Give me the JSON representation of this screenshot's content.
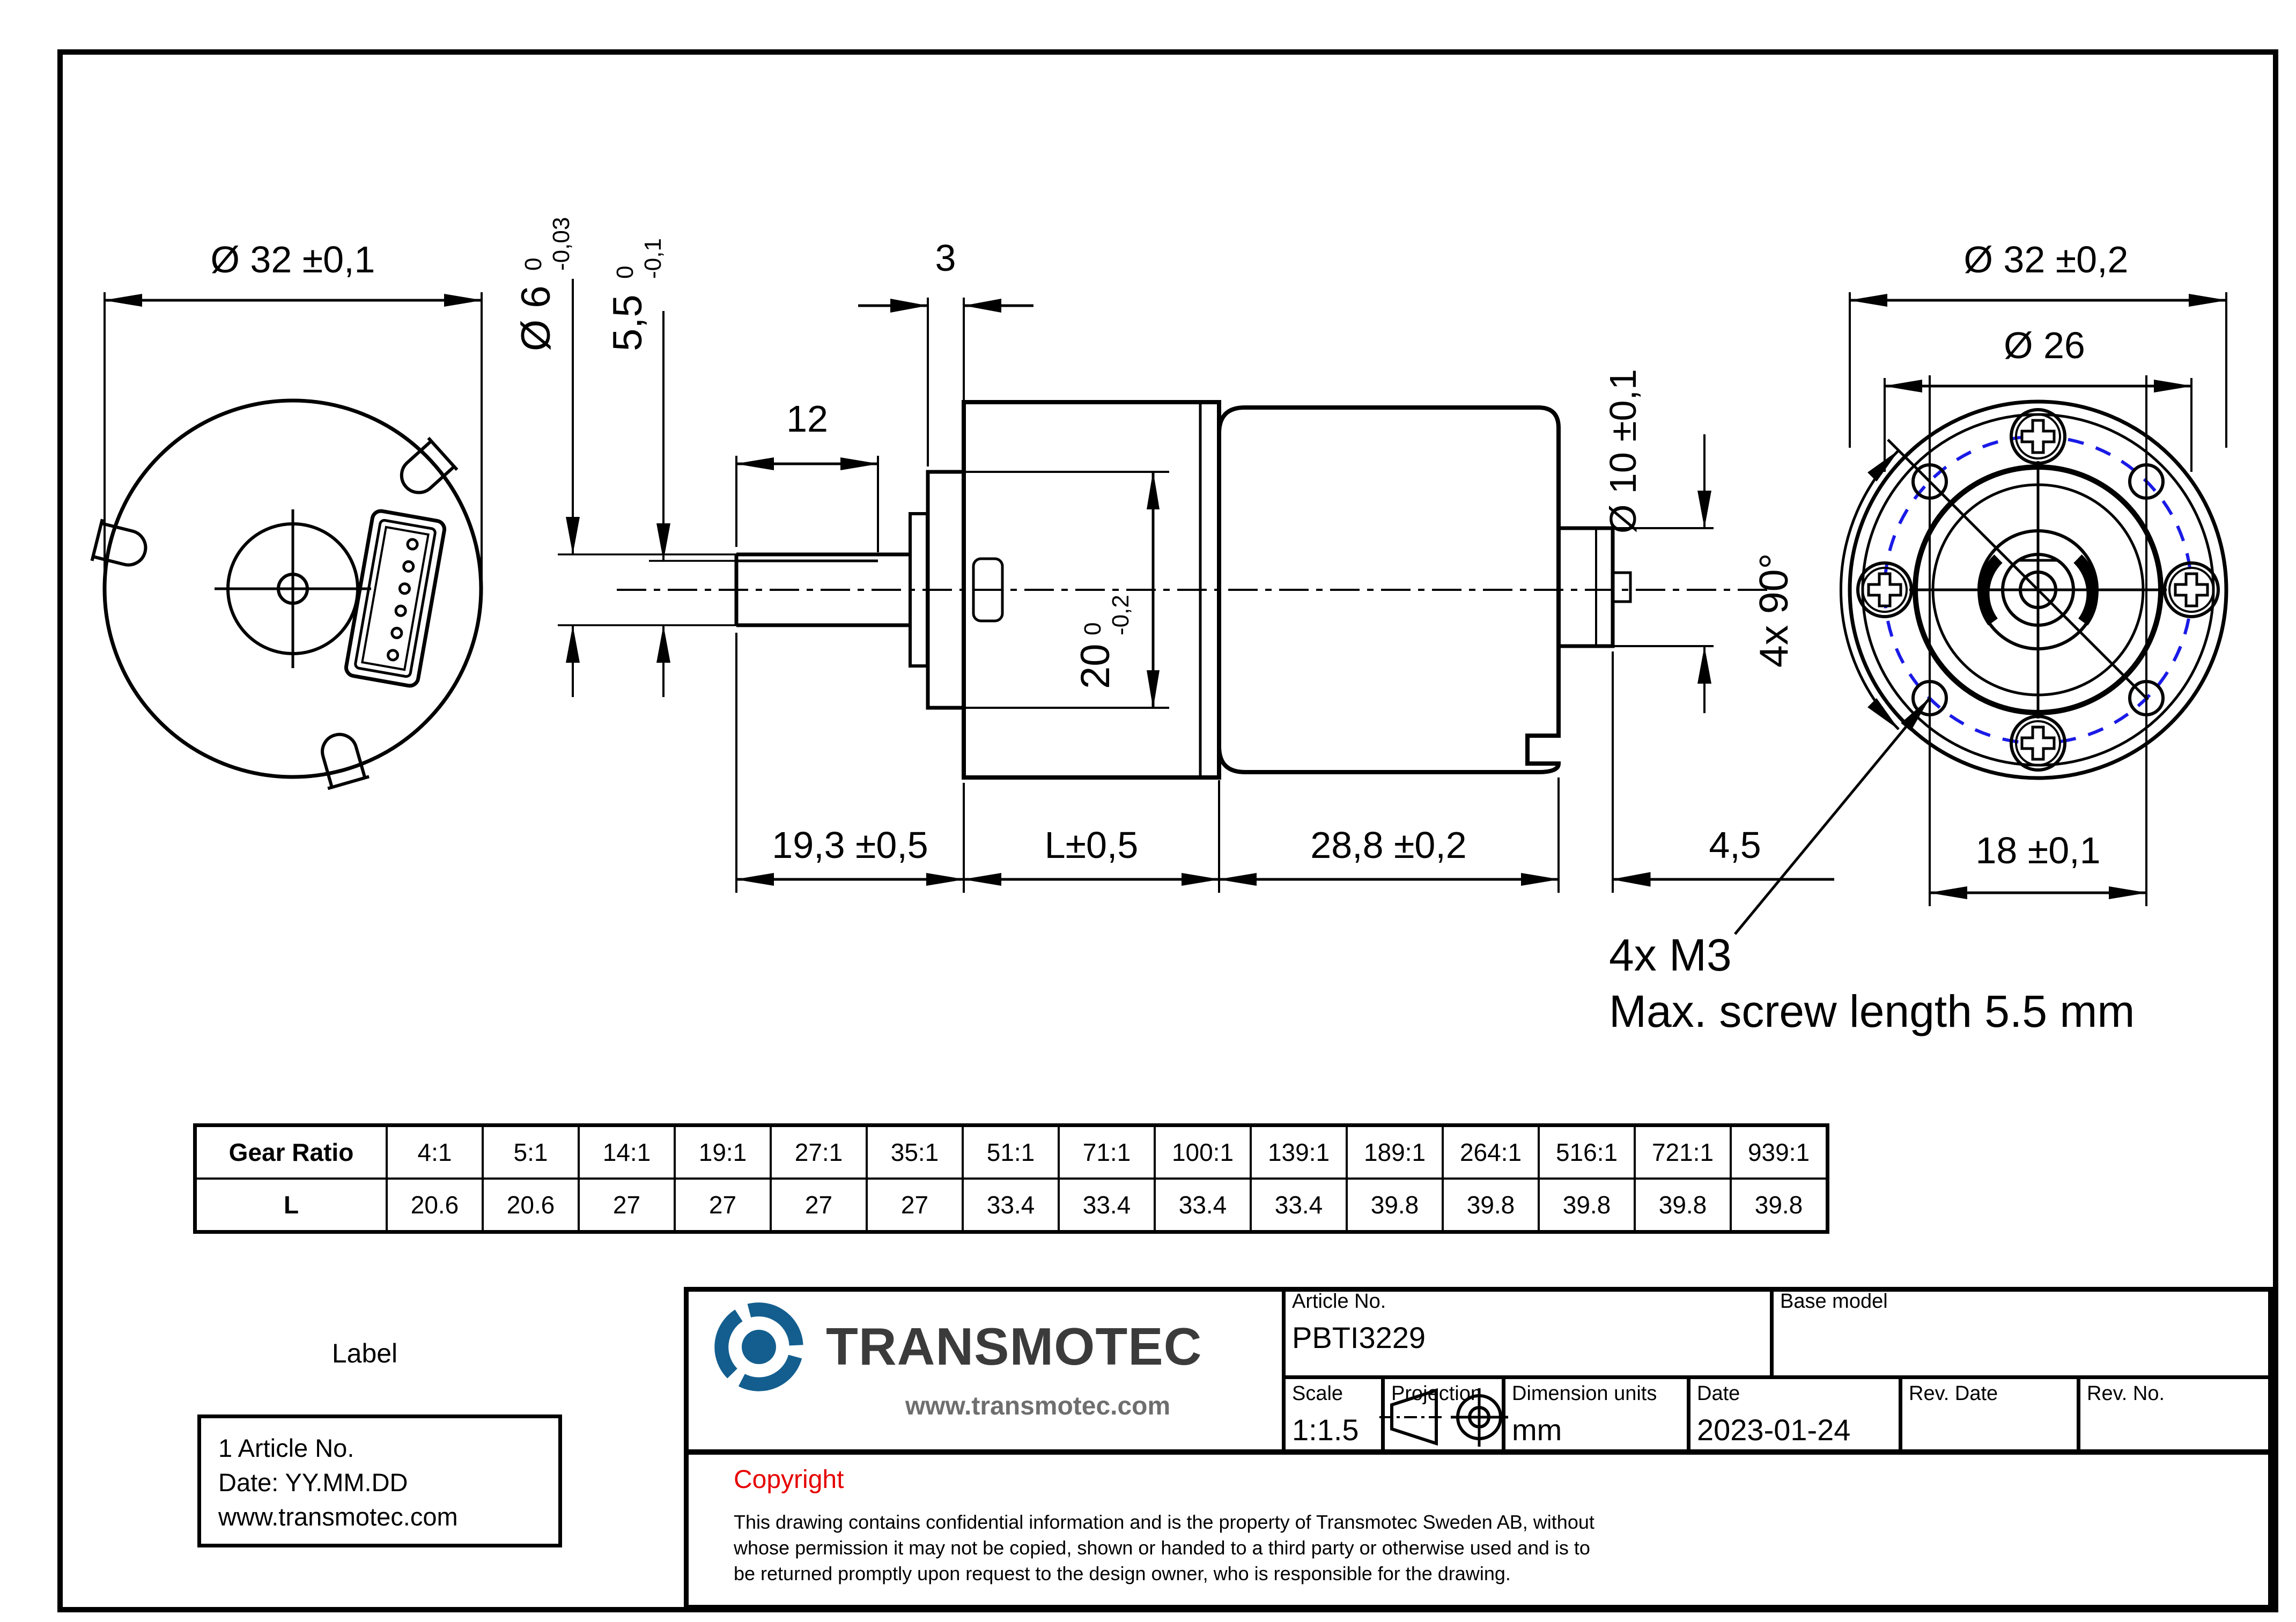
{
  "colors": {
    "line": "#000000",
    "bolt_circle_blue": "#1a1ae6",
    "logo_blue": "#135e8f",
    "brand_dark": "#3b3b3b",
    "brand_gray": "#6e6e6e",
    "copyright_red": "#e60000"
  },
  "dims": {
    "rear_dia": "Ø 32 ±0,1",
    "shaft_dia": {
      "main": "Ø 6",
      "tol_top": "0",
      "tol_bot": "-0,03"
    },
    "shaft_flat": {
      "main": "5,5",
      "tol_top": "0",
      "tol_bot": "-0,1"
    },
    "flat_len": "12",
    "pilot_len": "3",
    "pilot_dia": {
      "main": "20",
      "tol_top": "0",
      "tol_bot": "-0,2"
    },
    "shaft_ext": "19,3 ±0,5",
    "gearbox_len": "L±0,5",
    "motor_len": "28,8 ±0,2",
    "rear_boss_len": "4,5",
    "rear_boss_dia": "Ø 10 ±0,1",
    "front_dia": "Ø 32 ±0,2",
    "bolt_circle_dia": "Ø 26",
    "hole_angle": "4x 90°",
    "hole_span": "18 ±0,1",
    "screw_note_1": "4x M3",
    "screw_note_2": "Max. screw length 5.5 mm"
  },
  "gear_table": {
    "header": "Gear Ratio",
    "row_label": "L",
    "ratios": [
      "4:1",
      "5:1",
      "14:1",
      "19:1",
      "27:1",
      "35:1",
      "51:1",
      "71:1",
      "100:1",
      "139:1",
      "189:1",
      "264:1",
      "516:1",
      "721:1",
      "939:1"
    ],
    "lengths": [
      "20.6",
      "20.6",
      "27",
      "27",
      "27",
      "27",
      "33.4",
      "33.4",
      "33.4",
      "33.4",
      "39.8",
      "39.8",
      "39.8",
      "39.8",
      "39.8"
    ]
  },
  "label_box": {
    "title": "Label",
    "lines": [
      "1 Article No.",
      "Date: YY.MM.DD",
      "www.transmotec.com"
    ]
  },
  "title_block": {
    "brand": "TRANSMOTEC",
    "brand_url": "www.transmotec.com",
    "article_label": "Article No.",
    "article_no": "PBTI3229",
    "base_model_label": "Base model",
    "scale_label": "Scale",
    "scale_value": "1:1.5",
    "projection_label": "Projection",
    "units_label": "Dimension units",
    "units_value": "mm",
    "date_label": "Date",
    "date_value": "2023-01-24",
    "rev_date_label": "Rev. Date",
    "rev_no_label": "Rev. No.",
    "copyright_title": "Copyright",
    "copyright_lines": [
      "This drawing contains confidential information and is the property of Transmotec Sweden AB, without",
      "whose permission it may not be copied, shown or handed to a third party or otherwise used and is to",
      "be returned promptly upon request to the design owner, who is responsible for the drawing."
    ]
  }
}
